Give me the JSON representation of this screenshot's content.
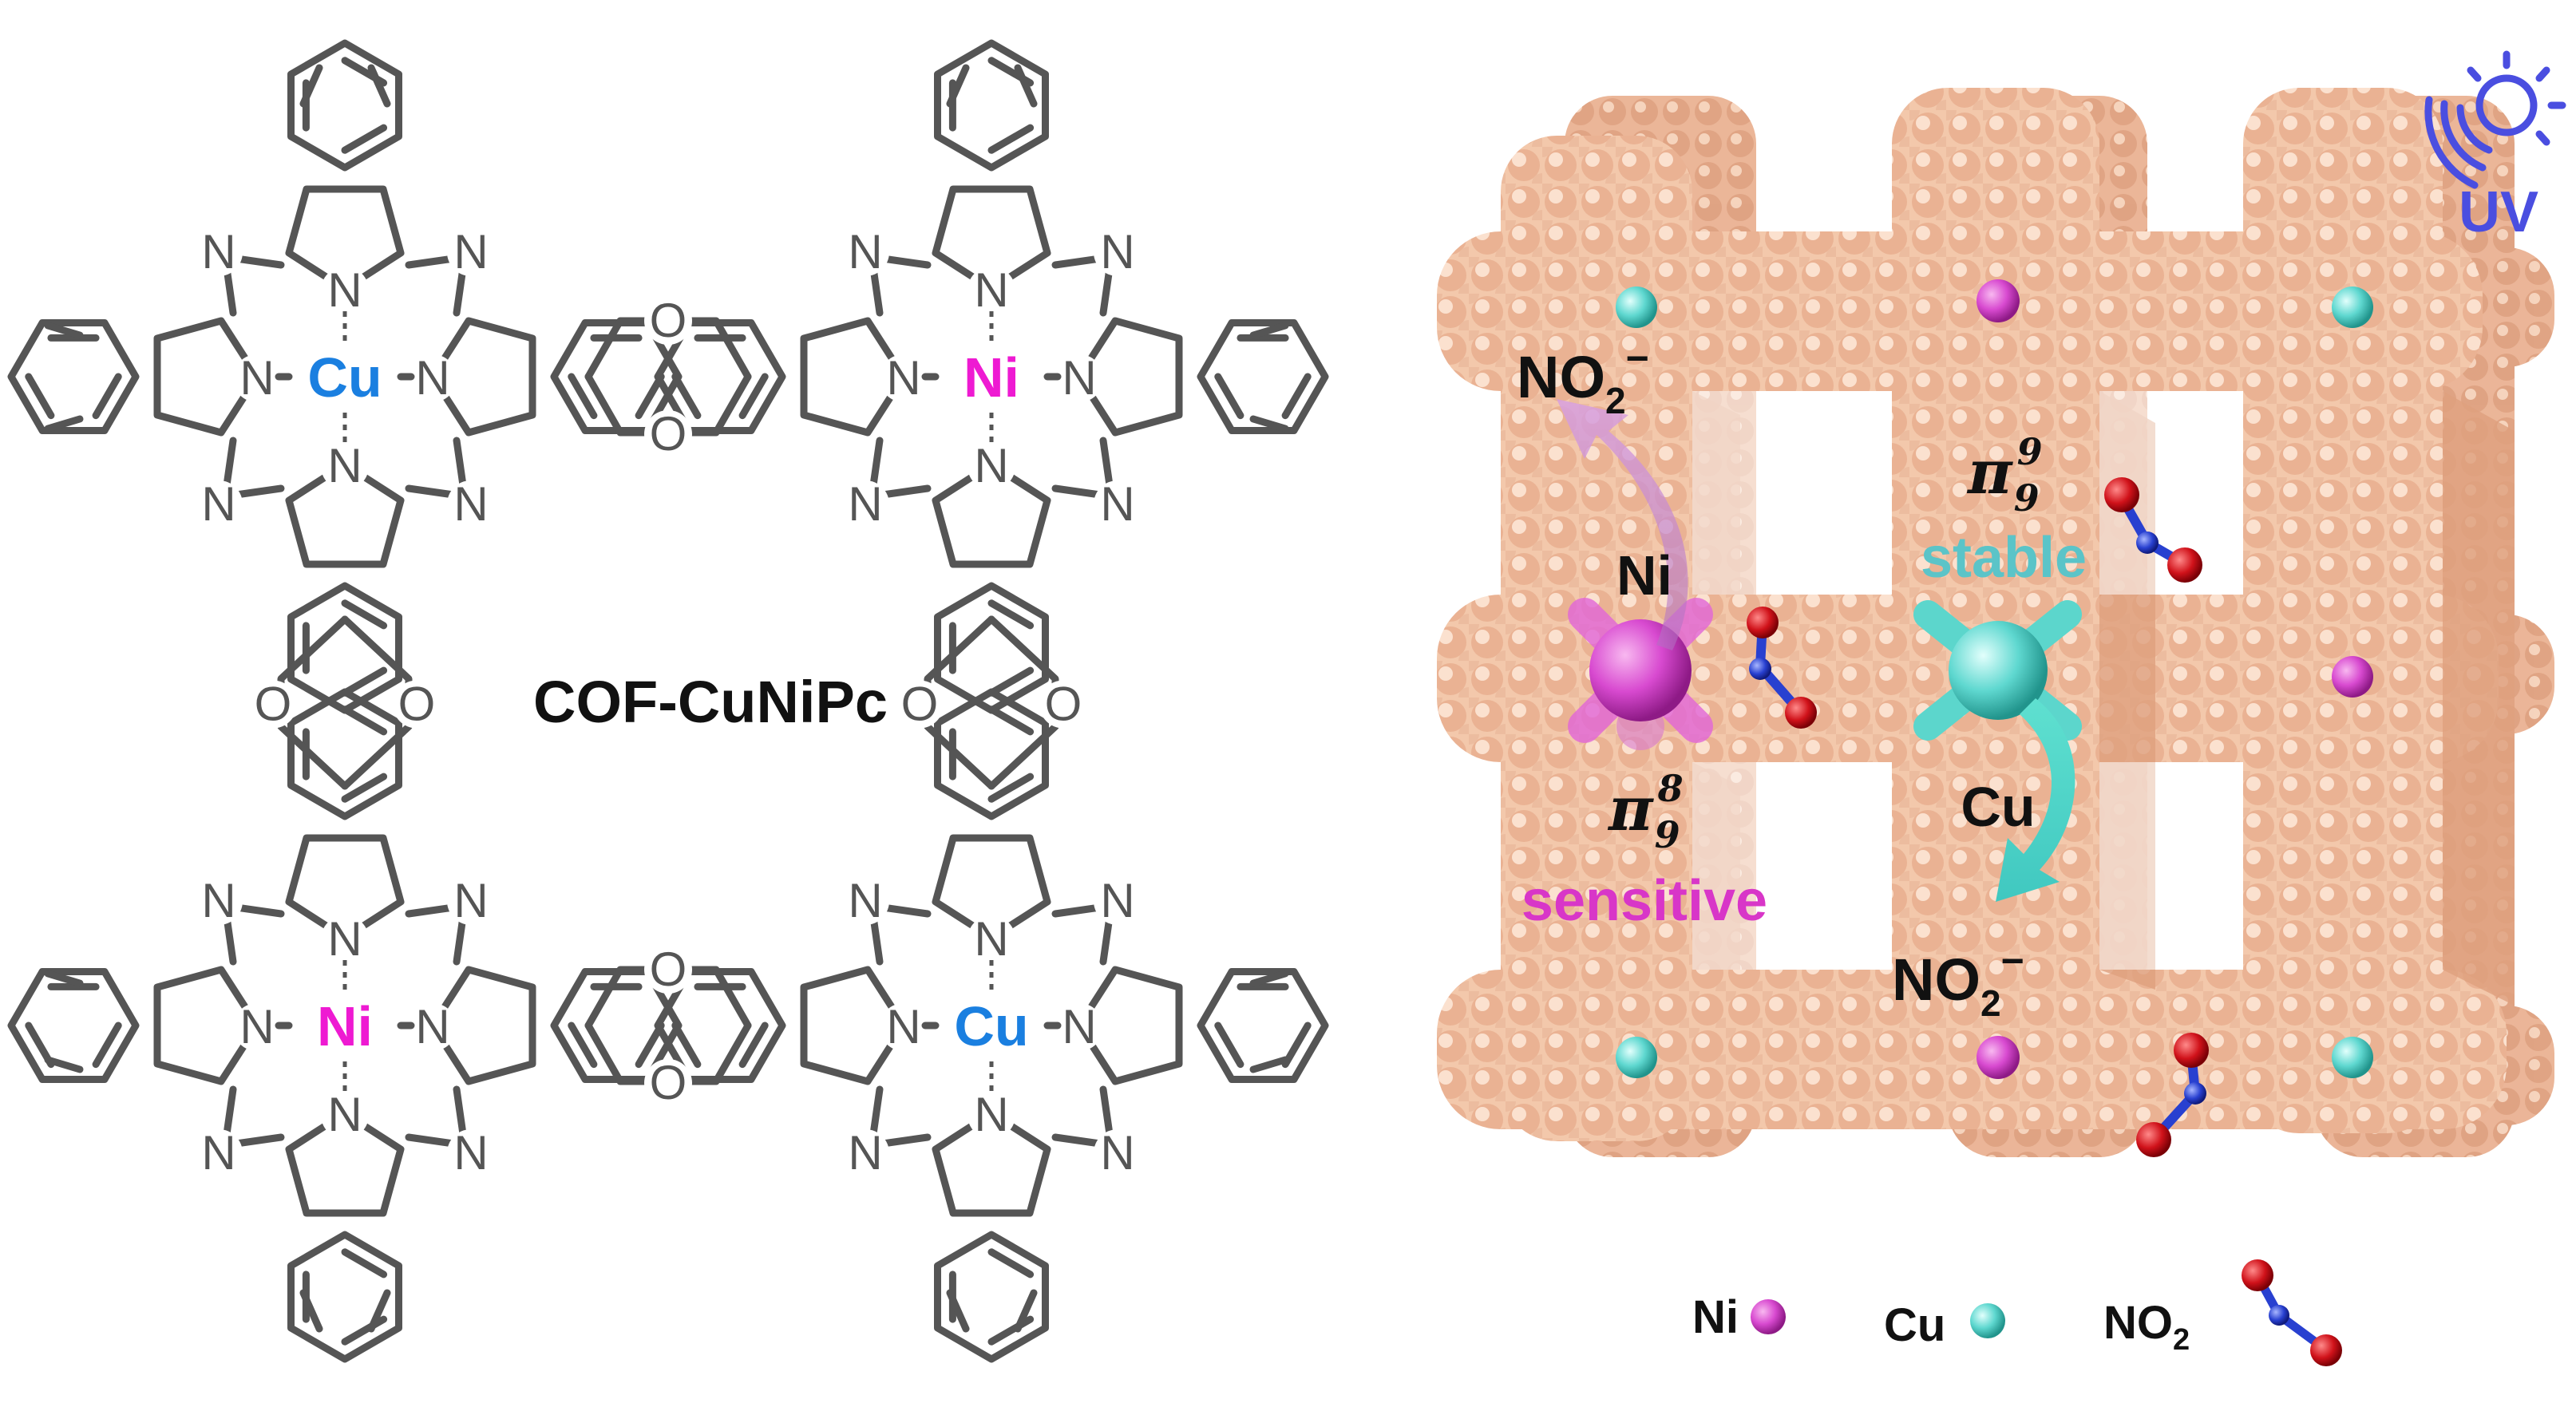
{
  "left": {
    "title": "COF-CuNiPc",
    "atom_n": "N",
    "atom_o": "O",
    "units": [
      {
        "metal": "Cu",
        "color": "#1a7fe0"
      },
      {
        "metal": "Ni",
        "color": "#ee1ad2"
      },
      {
        "metal": "Ni",
        "color": "#ee1ad2"
      },
      {
        "metal": "Cu",
        "color": "#1a7fe0"
      }
    ]
  },
  "right": {
    "uv_label": "UV",
    "nitrite_base": "NO",
    "nitrite_sub": "2",
    "nitrite_sup": "−",
    "ni_label": "Ni",
    "cu_label": "Cu",
    "pi": "π",
    "ni_pi_sub": "9",
    "ni_pi_sup": "8",
    "cu_pi_sub": "9",
    "cu_pi_sup": "9",
    "stable": "stable",
    "sensitive": "sensitive",
    "legend": {
      "ni": "Ni",
      "cu": "Cu",
      "no2_base": "NO",
      "no2_sub": "2"
    },
    "colors": {
      "framework": "#f2c6a8",
      "ni": "#d84ad0",
      "cu": "#5fd8d0",
      "stable_text": "#5bc4c8",
      "sensitive_text": "#d836c8",
      "uv": "#4a4ee0",
      "oxygen": "#d0121a",
      "nitrogen": "#2840d0"
    }
  }
}
